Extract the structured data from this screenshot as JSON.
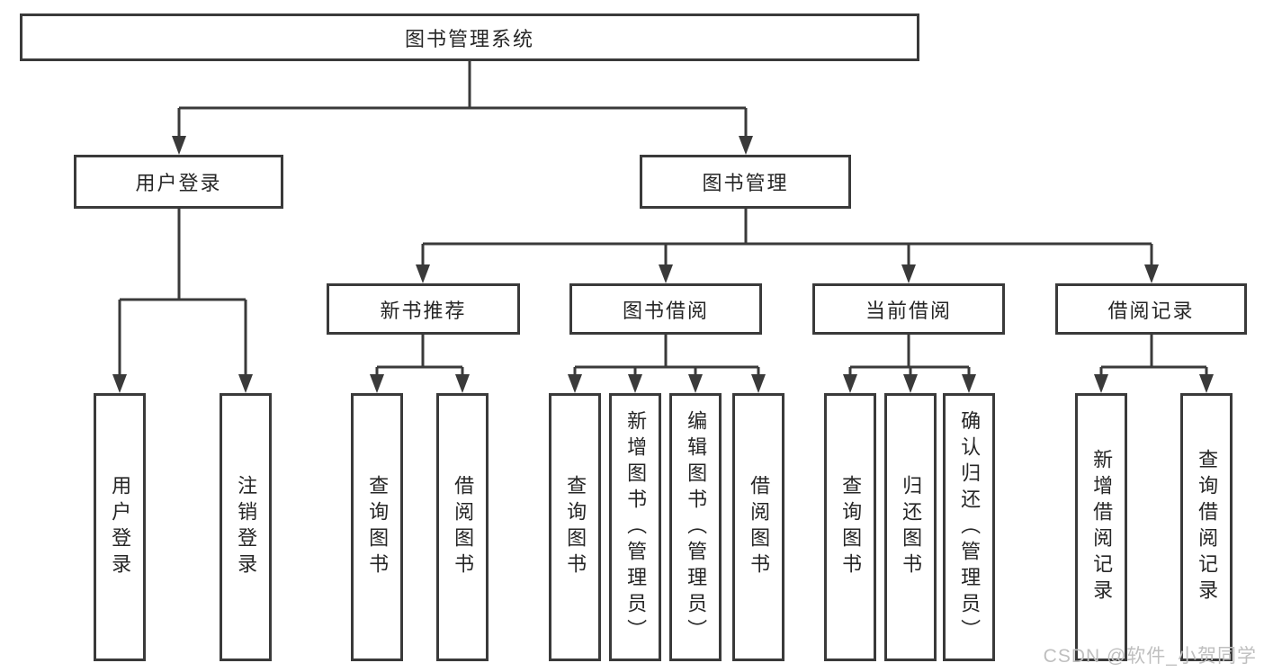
{
  "diagram": {
    "type": "hierarchy-tree",
    "root": {
      "label": "图书管理系统",
      "children": [
        {
          "label": "用户登录",
          "children": [
            {
              "label": "用户登录"
            },
            {
              "label": "注销登录"
            }
          ]
        },
        {
          "label": "图书管理",
          "children": [
            {
              "label": "新书推荐",
              "children": [
                {
                  "label": "查询图书"
                },
                {
                  "label": "借阅图书"
                }
              ]
            },
            {
              "label": "图书借阅",
              "children": [
                {
                  "label": "查询图书"
                },
                {
                  "label": "新增图书（管理员）"
                },
                {
                  "label": "编辑图书（管理员）"
                },
                {
                  "label": "借阅图书"
                }
              ]
            },
            {
              "label": "当前借阅",
              "children": [
                {
                  "label": "查询图书"
                },
                {
                  "label": "归还图书"
                },
                {
                  "label": "确认归还（管理员）"
                }
              ]
            },
            {
              "label": "借阅记录",
              "children": [
                {
                  "label": "新增借阅记录"
                },
                {
                  "label": "查询借阅记录"
                }
              ]
            }
          ]
        }
      ]
    },
    "colors": {
      "line": "#3a3a3a",
      "box_border": "#3a3a3a",
      "box_fill": "#ffffff",
      "text": "#262626",
      "watermark": "#bfbfbf"
    }
  },
  "watermark": {
    "text": "CSDN @软件_小贺同学"
  }
}
